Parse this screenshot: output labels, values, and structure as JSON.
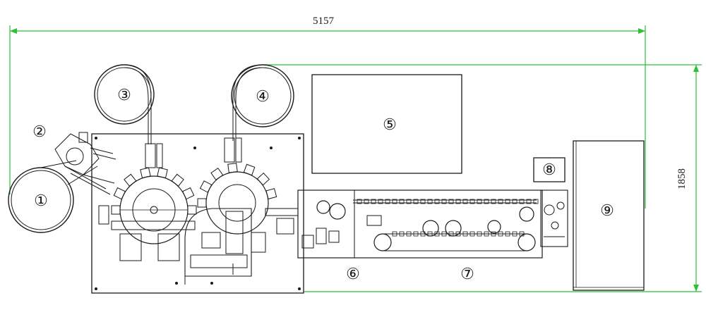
{
  "dimensions": {
    "width_label": "5157",
    "height_label": "1858",
    "line_color": "#2fbf3a"
  },
  "callouts": [
    {
      "id": "unit-1",
      "label": "①"
    },
    {
      "id": "unit-2",
      "label": "②"
    },
    {
      "id": "unit-3",
      "label": "③"
    },
    {
      "id": "unit-4",
      "label": "④"
    },
    {
      "id": "unit-5",
      "label": "⑤"
    },
    {
      "id": "unit-6",
      "label": "⑥"
    },
    {
      "id": "unit-7",
      "label": "⑦"
    },
    {
      "id": "unit-8",
      "label": "⑧"
    },
    {
      "id": "unit-9",
      "label": "⑨"
    }
  ]
}
